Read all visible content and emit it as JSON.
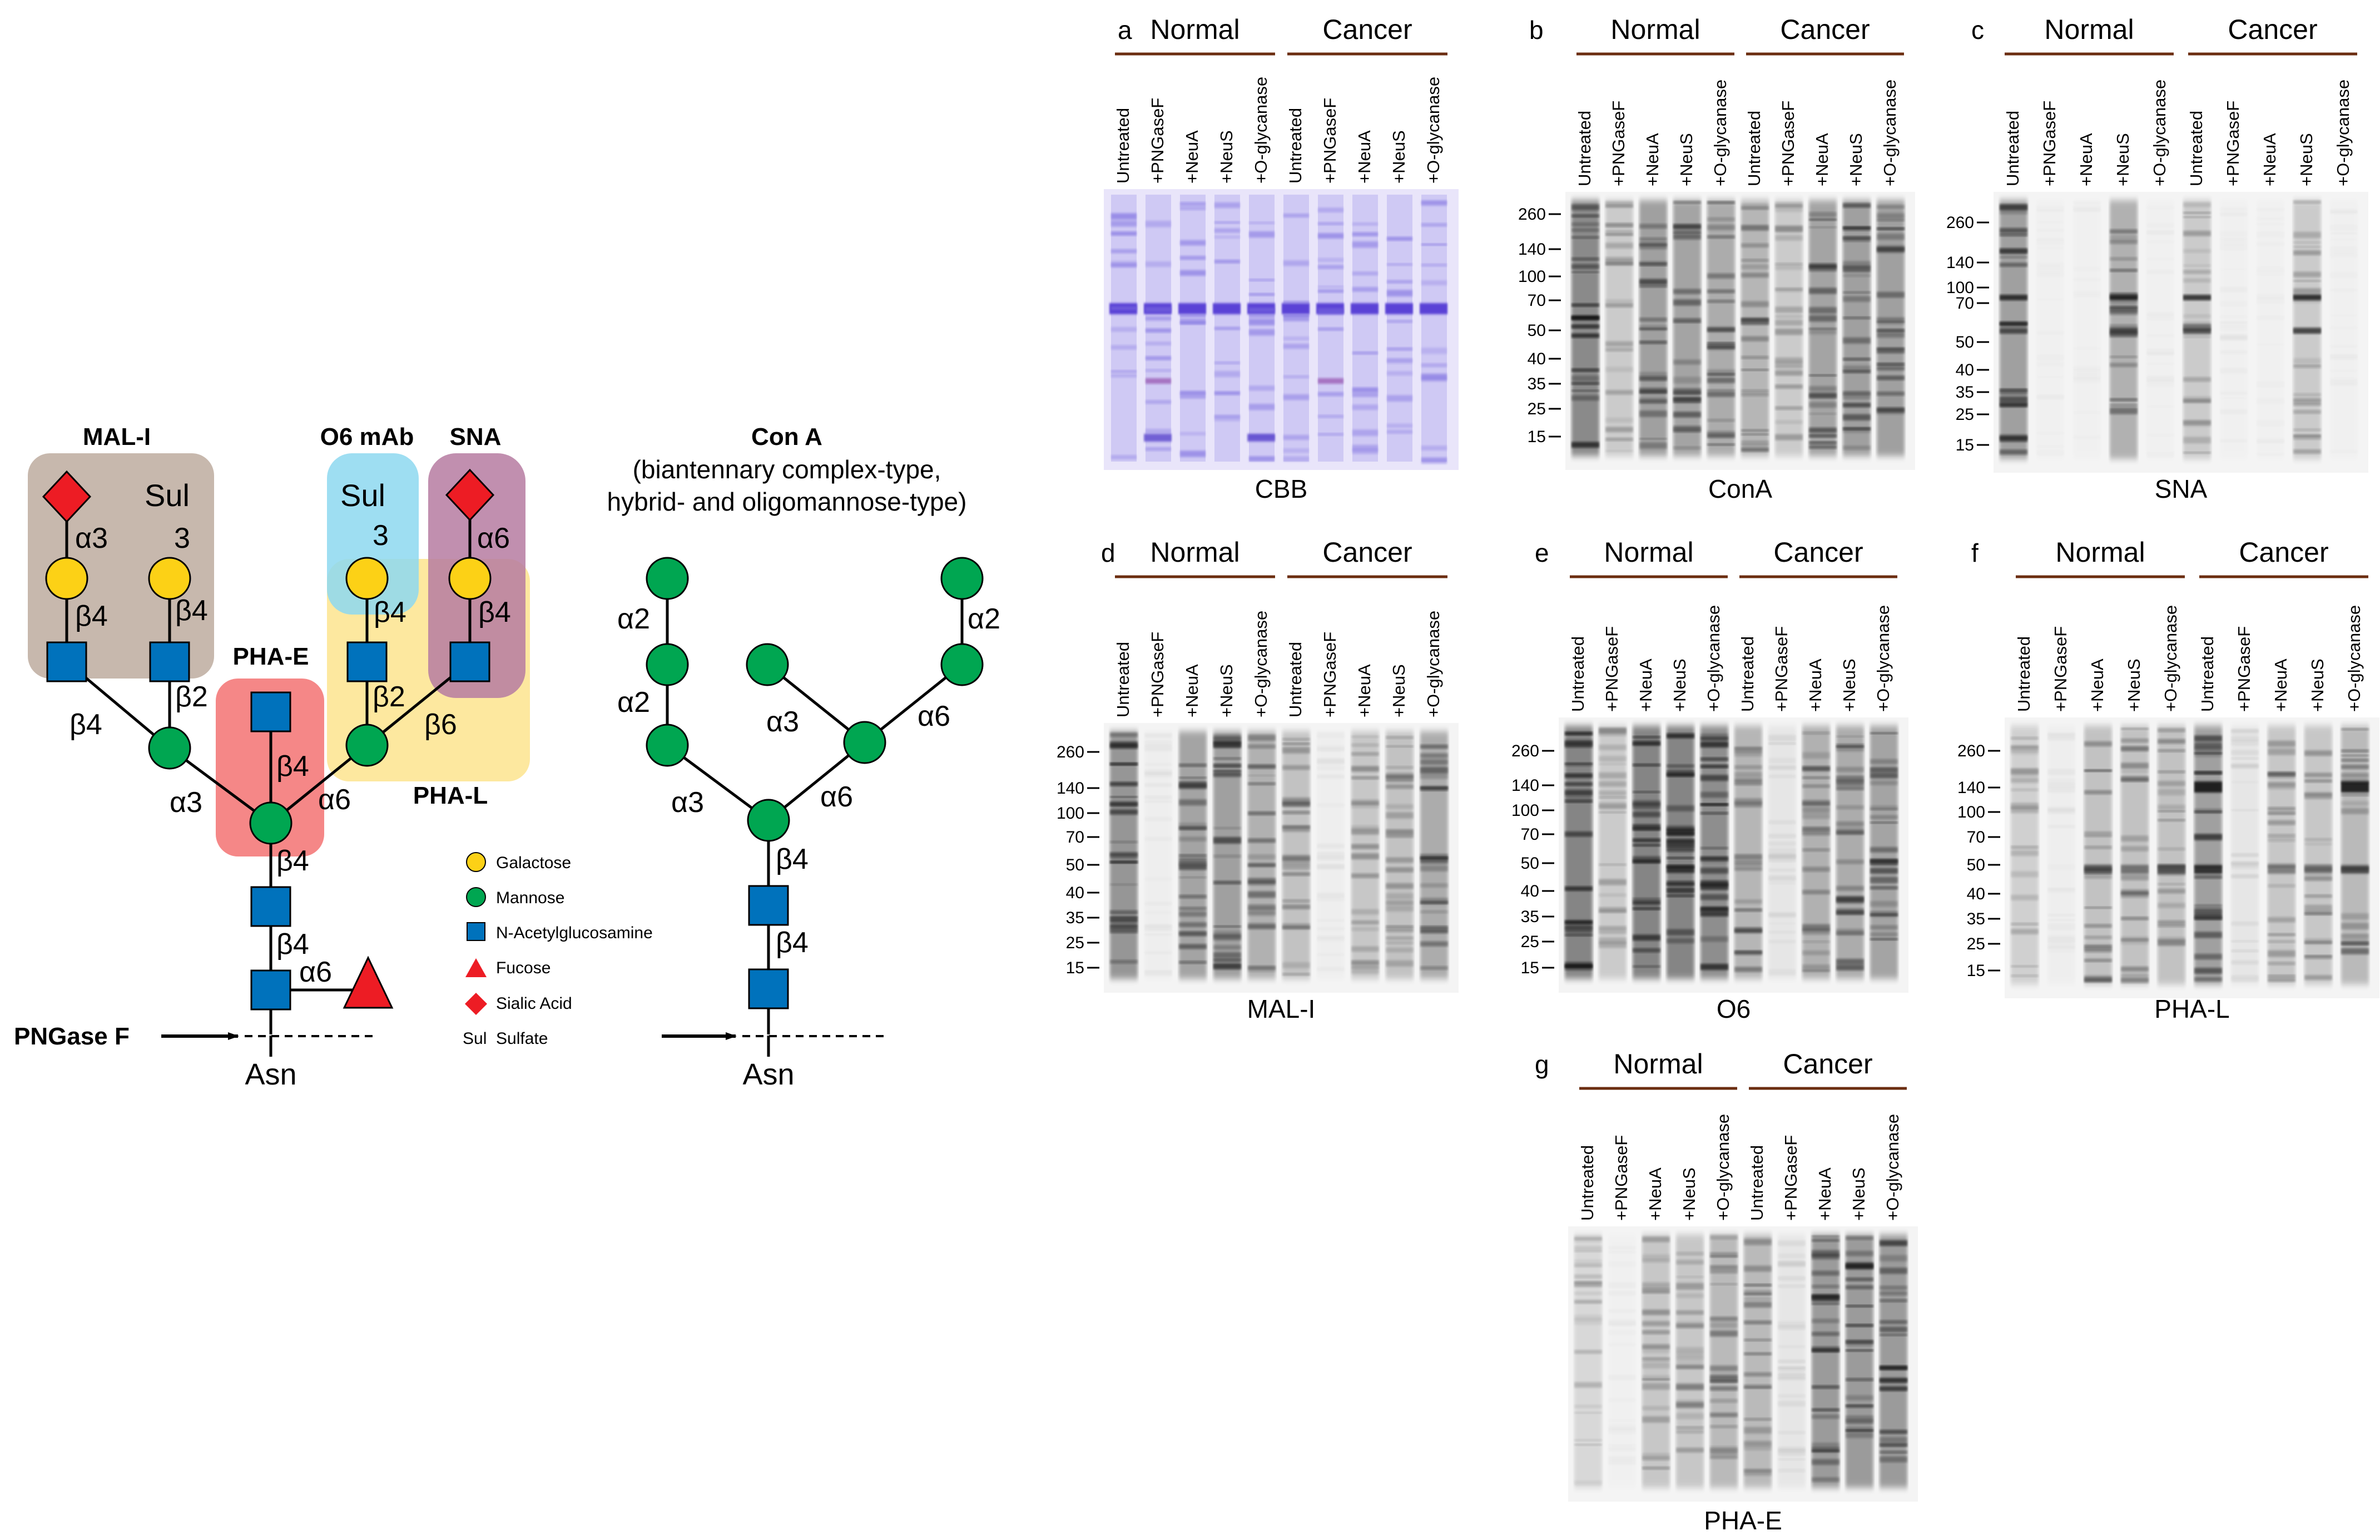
{
  "glycan": {
    "lectins": {
      "mal": "MAL-I",
      "o6": "O6 mAb",
      "sna": "SNA",
      "phae": "PHA-E",
      "phal": "PHA-L"
    },
    "sul": "Sul",
    "links": {
      "a3": "α3",
      "n3": "3",
      "a6": "α6",
      "b4": "β4",
      "b2": "β2",
      "b6": "β6",
      "a2": "α2"
    },
    "pngase": "PNGase F",
    "asn": "Asn",
    "legend": [
      {
        "label": "Galactose",
        "shape": "circle",
        "color": "#fcd116"
      },
      {
        "label": "Mannose",
        "shape": "circle",
        "color": "#00a651"
      },
      {
        "label": "N-Acetylglucosamine",
        "shape": "square",
        "color": "#0072bc"
      },
      {
        "label": "Fucose",
        "shape": "triangle",
        "color": "#ed1c24"
      },
      {
        "label": "Sialic Acid",
        "shape": "diamond",
        "color": "#ed1c24"
      },
      {
        "label": "Sulfate",
        "shape": "text",
        "color": "#000000",
        "symbol": "Sul"
      }
    ],
    "cona_title": "Con A",
    "cona_sub1": "(biantennary complex-type,",
    "cona_sub2": "hybrid- and oligomannose-type)",
    "colors": {
      "galactose": "#fcd116",
      "mannose": "#00a651",
      "glcnac": "#0072bc",
      "fucose": "#ed1c24",
      "sialic": "#ed1c24",
      "mal_box": "#c7b8ad",
      "o6_box": "#8dd8f0",
      "sna_box": "#b67ba1",
      "phae_box": "#f47a7a",
      "phal_box": "#fde79a"
    }
  },
  "blots": {
    "group_normal": "Normal",
    "group_cancer": "Cancer",
    "lanes": [
      "Untreated",
      "+PNGaseF",
      "+NeuA",
      "+NeuS",
      "+O-glycanase",
      "Untreated",
      "+PNGaseF",
      "+NeuA",
      "+NeuS",
      "+O-glycanase"
    ],
    "markers_main": [
      "260",
      "140",
      "100",
      "70",
      "50",
      "40",
      "35",
      "25",
      "15"
    ],
    "markers_sna": [
      "260",
      "140",
      "100",
      "70",
      "50",
      "40",
      "35",
      "25",
      "15"
    ],
    "panels": [
      {
        "letter": "a",
        "caption": "CBB"
      },
      {
        "letter": "b",
        "caption": "ConA"
      },
      {
        "letter": "c",
        "caption": "SNA"
      },
      {
        "letter": "d",
        "caption": "MAL-I"
      },
      {
        "letter": "e",
        "caption": "O6"
      },
      {
        "letter": "f",
        "caption": "PHA-L"
      },
      {
        "letter": "g",
        "caption": "PHA-E"
      }
    ]
  }
}
